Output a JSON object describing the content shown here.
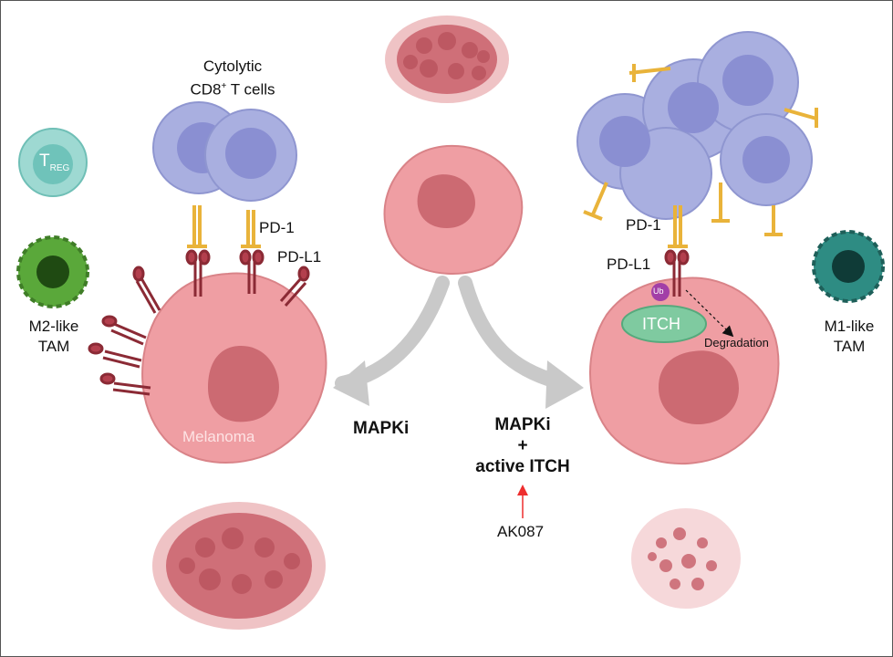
{
  "labels": {
    "t_cells_line1": "Cytolytic",
    "t_cells_line2_pre": "CD8",
    "t_cells_line2_sup": "+",
    "t_cells_line2_post": " T cells",
    "treg_main": "T",
    "treg_sub": "REG",
    "m2_tam_line1": "M2-like",
    "m2_tam_line2": "TAM",
    "pd1_left": "PD-1",
    "pdl1_left": "PD-L1",
    "melanoma": "Melanoma",
    "mapki_left": "MAPKi",
    "mapki_right_line1": "MAPKi",
    "mapki_right_line2": "+",
    "mapki_right_line3": "active ITCH",
    "ak087": "AK087",
    "pd1_right": "PD-1",
    "pdl1_right": "PD-L1",
    "ub": "Ub",
    "itch": "ITCH",
    "degradation": "Degradation",
    "m1_tam_line1": "M1-like",
    "m1_tam_line2": "TAM"
  },
  "colors": {
    "t_cell": "#a9afe0",
    "melanoma": "#ef9ea3",
    "pd1": "#e9b33a",
    "pdl1": "#8b2a35",
    "treg": "#9ed9d2",
    "m2_tam": "#5aa83a",
    "m1_tam": "#2e8c83",
    "itch": "#7fcaa0",
    "ub": "#a23fa7",
    "arrow_gray": "#c9c9c9",
    "ak087_arrow": "#ee2e2e"
  }
}
